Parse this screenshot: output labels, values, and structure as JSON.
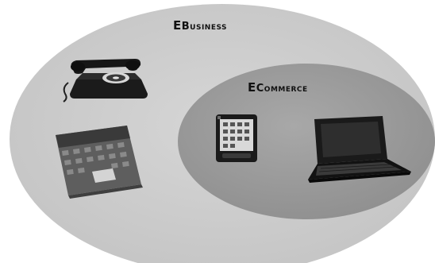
{
  "diagram": {
    "outer_set": {
      "label_first": "E",
      "label_rest": "Business",
      "label_full": "eBusiness",
      "fill": "#cfcfcf"
    },
    "inner_set": {
      "label_first": "E",
      "label_rest": "Commerce",
      "label_full": "eCommerce",
      "fill": "#9f9f9f"
    },
    "icons": [
      {
        "name": "rotary-telephone-icon",
        "set": "eBusiness"
      },
      {
        "name": "printed-catalog-icon",
        "set": "eBusiness"
      },
      {
        "name": "pda-handheld-icon",
        "set": "eCommerce"
      },
      {
        "name": "laptop-computer-icon",
        "set": "eCommerce"
      }
    ]
  }
}
